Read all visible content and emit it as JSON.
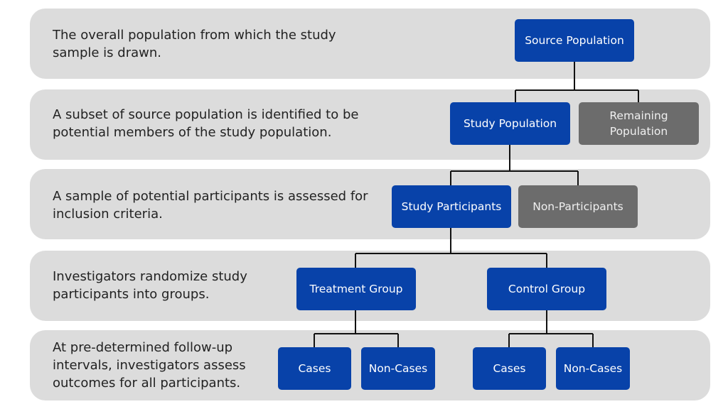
{
  "colors": {
    "band_bg": "#dcdcdc",
    "primary_box": "#0842a9",
    "secondary_box": "#6c6c6c",
    "connector": "#111111"
  },
  "rows": [
    {
      "text": "The overall population from which the study sample is drawn."
    },
    {
      "text": "A subset of source population is identified to be potential members of the study population."
    },
    {
      "text": "A sample of potential participants is assessed for inclusion criteria."
    },
    {
      "text": "Investigators randomize study participants into groups."
    },
    {
      "text": "At pre-determined follow-up intervals, investigators assess outcomes for all participants."
    }
  ],
  "nodes": {
    "source_population": "Source Population",
    "study_population": "Study Population",
    "remaining_population": "Remaining\nPopulation",
    "study_participants": "Study Participants",
    "non_participants": "Non-Participants",
    "treatment_group": "Treatment Group",
    "control_group": "Control Group",
    "treatment_cases": "Cases",
    "treatment_non_cases": "Non-Cases",
    "control_cases": "Cases",
    "control_non_cases": "Non-Cases"
  }
}
